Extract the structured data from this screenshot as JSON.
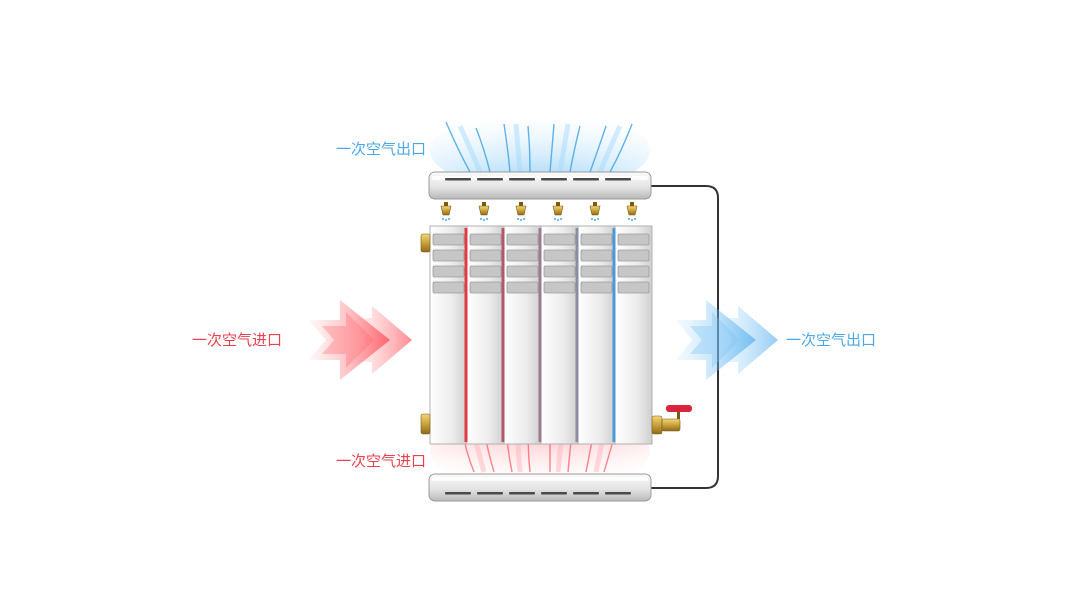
{
  "labels": {
    "outlet_top": "一次空气出口",
    "outlet_right": "一次空气出口",
    "inlet_left": "一次空气进口",
    "inlet_bottom": "一次空气进口"
  },
  "colors": {
    "outlet": "#4aa8e8",
    "inlet": "#e8424f",
    "connector_pipe": "#333333",
    "valve_handle": "#d8243c",
    "brass": "#c9a23a"
  },
  "icons": {
    "arrows_left": "chevron-arrow-icon",
    "arrows_right": "chevron-arrow-icon",
    "valve": "valve-icon",
    "nozzle": "spray-nozzle-icon"
  }
}
